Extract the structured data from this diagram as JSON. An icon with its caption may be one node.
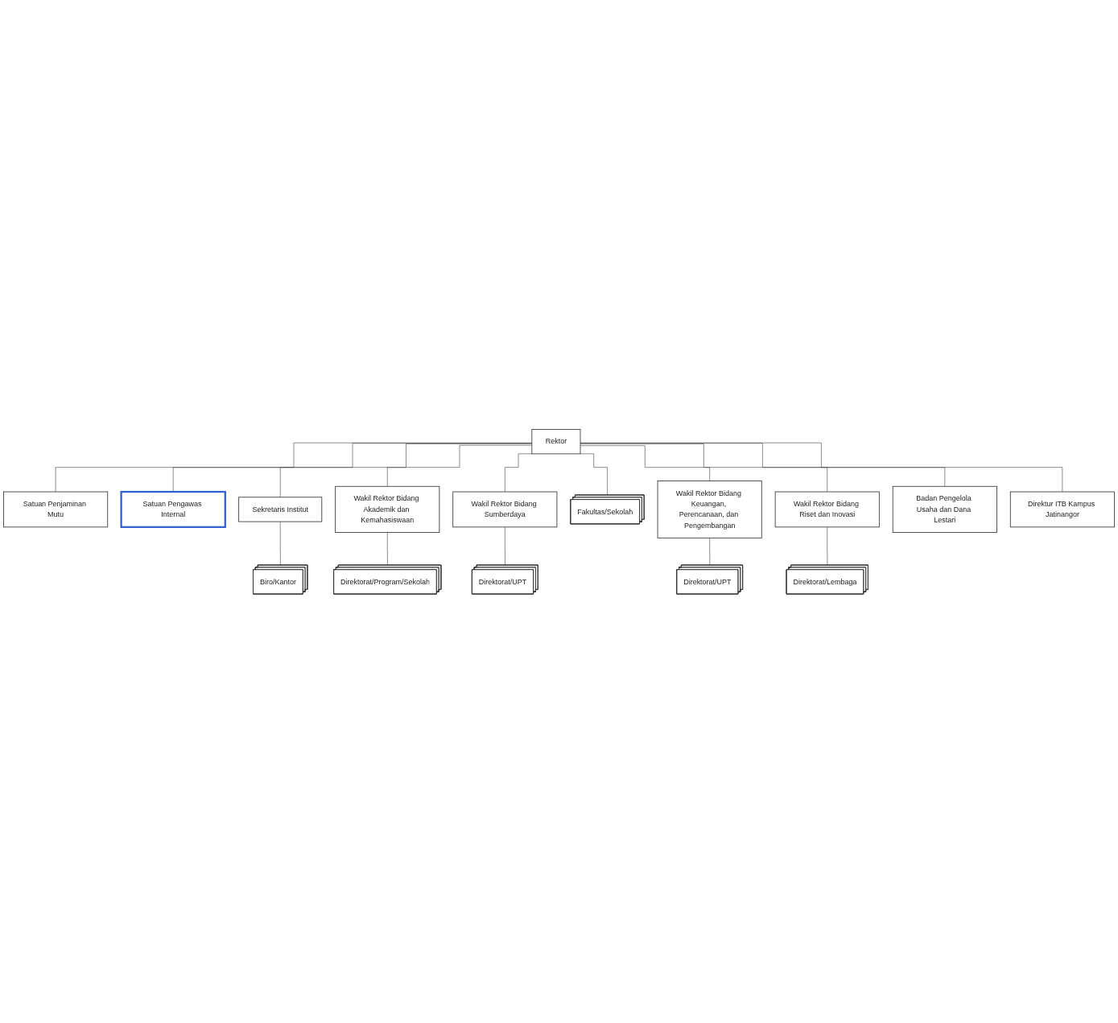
{
  "diagram": {
    "nodes": [
      {
        "text": [
          "Rektor"
        ]
      },
      {
        "text": [
          "Satuan Penjaminan Mutu"
        ]
      },
      {
        "text": [
          "Satuan Pengawas Internal"
        ]
      },
      {
        "text": [
          "Sekretaris Institut"
        ]
      },
      {
        "text": [
          "Biro/Kantor"
        ]
      },
      {
        "text": [
          "Wakil Rektor Bidang Akademik dan Kemahasiswaan"
        ]
      },
      {
        "text": [
          "Wakil Rektor Bidang Sumberdaya"
        ]
      },
      {
        "text": [
          "Fakultas/Sekolah"
        ]
      },
      {
        "text": [
          "Wakil Rektor Bidang Keuangan, Perencanaan, dan Pengembangan"
        ]
      },
      {
        "text": [
          "Wakil Rektor Bidang Riset dan Inovasi"
        ]
      },
      {
        "text": [
          "Badan Pengelola Usaha dan Dana Lestari"
        ]
      },
      {
        "text": [
          "Direktur ITB Kampus Jatinangor"
        ]
      },
      {
        "text": [
          "Direktorat/Program/Sekolah"
        ]
      },
      {
        "text": [
          "Direktorat/UPT"
        ]
      },
      {
        "text": [
          "Direktorat/UPT"
        ]
      },
      {
        "text": [
          "Direktorat/Lembaga"
        ]
      }
    ],
    "edges": [
      {
        "from": 0,
        "to": 1,
        "arrow": "none"
      },
      {
        "from": 0,
        "to": 2,
        "arrow": "none"
      },
      {
        "from": 0,
        "to": 3,
        "arrow": "none"
      },
      {
        "from": 3,
        "to": 4,
        "arrow": "none"
      },
      {
        "from": 0,
        "to": 5,
        "arrow": "none"
      },
      {
        "from": 0,
        "to": 6,
        "arrow": "none"
      },
      {
        "from": 0,
        "to": 7,
        "arrow": "none"
      },
      {
        "from": 0,
        "to": 8,
        "arrow": "none"
      },
      {
        "from": 0,
        "to": 9,
        "arrow": "none"
      },
      {
        "from": 0,
        "to": 10,
        "arrow": "none"
      },
      {
        "from": 0,
        "to": 11,
        "arrow": "none"
      },
      {
        "from": 5,
        "to": 12,
        "arrow": "none"
      },
      {
        "from": 6,
        "to": 13,
        "arrow": "none"
      },
      {
        "from": 8,
        "to": 14,
        "arrow": "none"
      },
      {
        "from": 9,
        "to": 15,
        "arrow": "none"
      }
    ]
  }
}
